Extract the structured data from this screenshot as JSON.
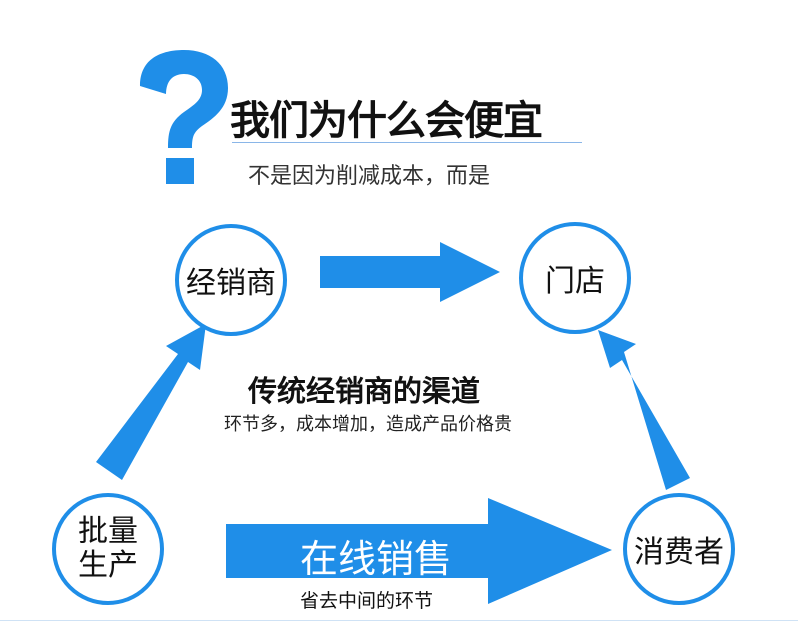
{
  "header": {
    "title": "我们为什么会便宜",
    "subtitle": "不是因为削减成本，而是"
  },
  "nodes": {
    "distributor": "经销商",
    "store": "门店",
    "consumer": "消费者",
    "batch_production": "批量\n生产"
  },
  "traditional": {
    "title": "传统经销商的渠道",
    "description": "环节多，成本增加，造成产品价格贵"
  },
  "online": {
    "label": "在线销售",
    "description": "省去中间的环节"
  },
  "colors": {
    "accent": "#1f8ee8",
    "arrow_dark": "#1a7fdc",
    "text": "#111111"
  }
}
